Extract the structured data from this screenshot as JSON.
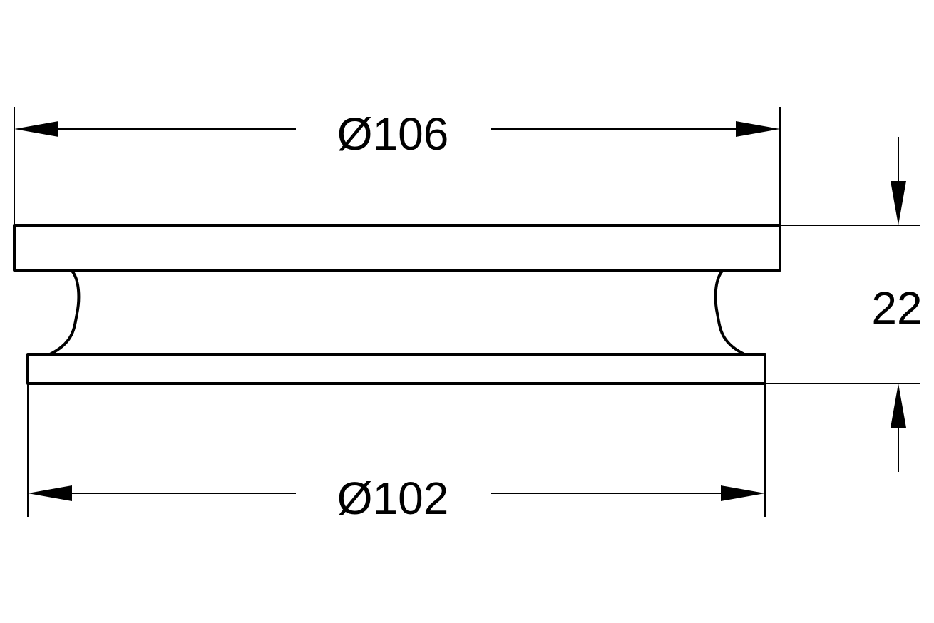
{
  "dimensions": {
    "top_diameter": "Ø106",
    "bottom_diameter": "Ø102",
    "height": "22"
  },
  "colors": {
    "line": "#000000",
    "background": "#ffffff"
  }
}
